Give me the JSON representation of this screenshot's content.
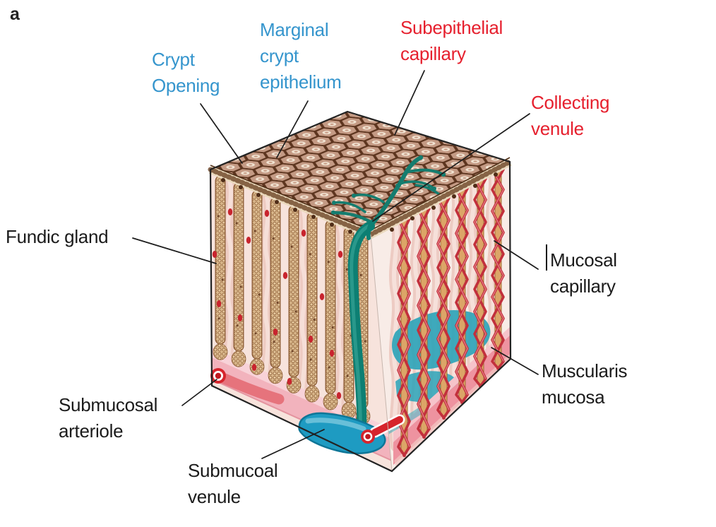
{
  "panel_label": "a",
  "labels": {
    "crypt_opening": "Crypt\nOpening",
    "marginal_crypt_epithelium": "Marginal\ncrypt\nepithelium",
    "subepithelial_capillary": "Subepithelial\ncapillary",
    "collecting_venule": "Collecting\nvenule",
    "fundic_gland": "Fundic gland",
    "mucosal_capillary": "Mucosal\ncapillary",
    "muscularis_mucosa": "Muscularis\nmucosa",
    "submucosal_arteriole": "Submucosal\narteriole",
    "submucoal_venule": "Submucoal\nvenule"
  },
  "colors": {
    "label_blue": "#3595cd",
    "label_red": "#e6202e",
    "label_black": "#1b1b1b",
    "collecting_venule_teal": "#0d7f73",
    "submucosal_venule_blue": "#1e9bc2",
    "vessel_red": "#c5303c",
    "muscularis_pink": "#ee93a0",
    "gland_tan": "#d9b78b",
    "epithelium_cell_fill": "#c49a84",
    "epithelium_cell_border": "#5d351f"
  }
}
